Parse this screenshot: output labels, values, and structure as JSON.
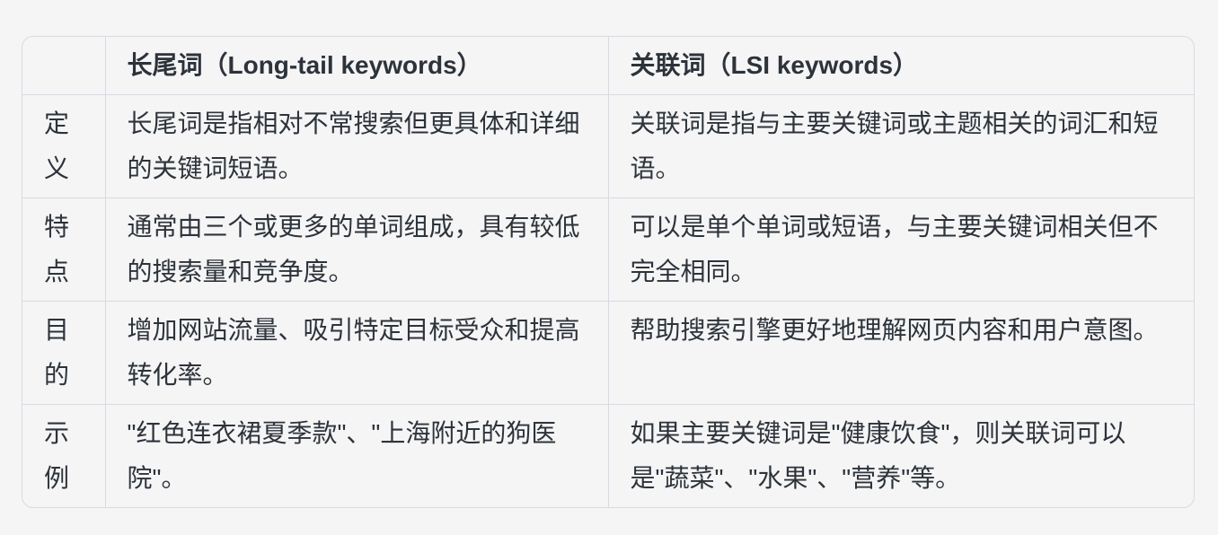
{
  "theme": {
    "bg": "#f5f5f6",
    "border": "#d9d9e0",
    "text": "#2d333a"
  },
  "table": {
    "columns": {
      "corner": "",
      "long_tail": "长尾词（Long-tail keywords）",
      "lsi": "关联词（LSI keywords）"
    },
    "rows": [
      {
        "label": "定义",
        "long_tail": "长尾词是指相对不常搜索但更具体和详细的关键词短语。",
        "lsi": "关联词是指与主要关键词或主题相关的词汇和短语。"
      },
      {
        "label": "特点",
        "long_tail": "通常由三个或更多的单词组成，具有较低的搜索量和竞争度。",
        "lsi": "可以是单个单词或短语，与主要关键词相关但不完全相同。"
      },
      {
        "label": "目的",
        "long_tail": "增加网站流量、吸引特定目标受众和提高转化率。",
        "lsi": "帮助搜索引擎更好地理解网页内容和用户意图。"
      },
      {
        "label": "示例",
        "long_tail": "\"红色连衣裙夏季款\"、\"上海附近的狗医院\"。",
        "lsi": "如果主要关键词是\"健康饮食\"，则关联词可以是\"蔬菜\"、\"水果\"、\"营养\"等。"
      }
    ]
  }
}
